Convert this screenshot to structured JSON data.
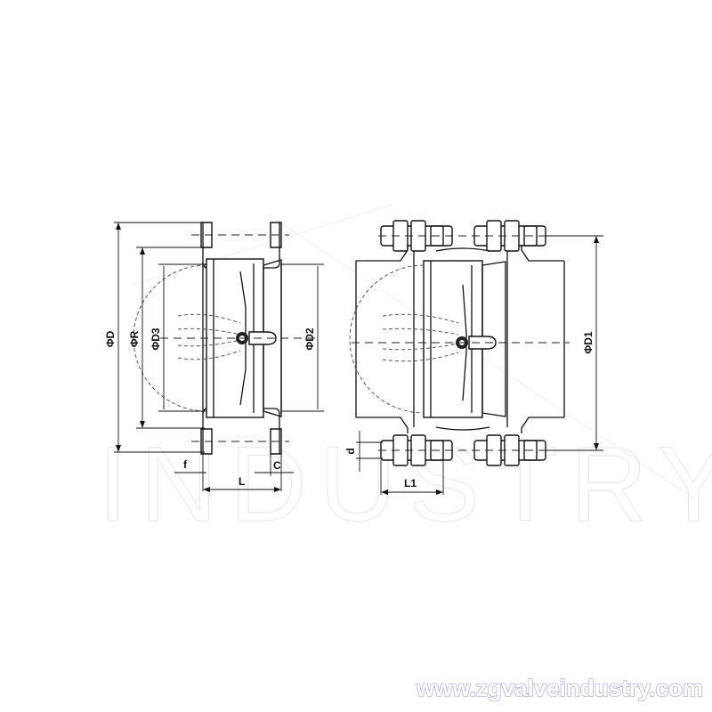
{
  "figure": {
    "type": "engineering-drawing",
    "subject": "dual plate check valve",
    "views": [
      {
        "id": "wafer-view",
        "dimension_labels": {
          "outer_diameter": "ΦD",
          "bolt_circle": "ΦR",
          "inner_d3": "ΦD3",
          "inner_d2": "ΦD2",
          "face_f": "f",
          "length": "L",
          "thickness_c": "C"
        }
      },
      {
        "id": "flanged-view",
        "dimension_labels": {
          "diameter_d1": "ΦD1",
          "bolt_d": "d",
          "length_l1": "L1"
        }
      }
    ]
  },
  "watermark": {
    "large_text": "INDUSTRY",
    "url": "www.zgvalveindustry.com",
    "url_color": "#b7b2e0"
  }
}
